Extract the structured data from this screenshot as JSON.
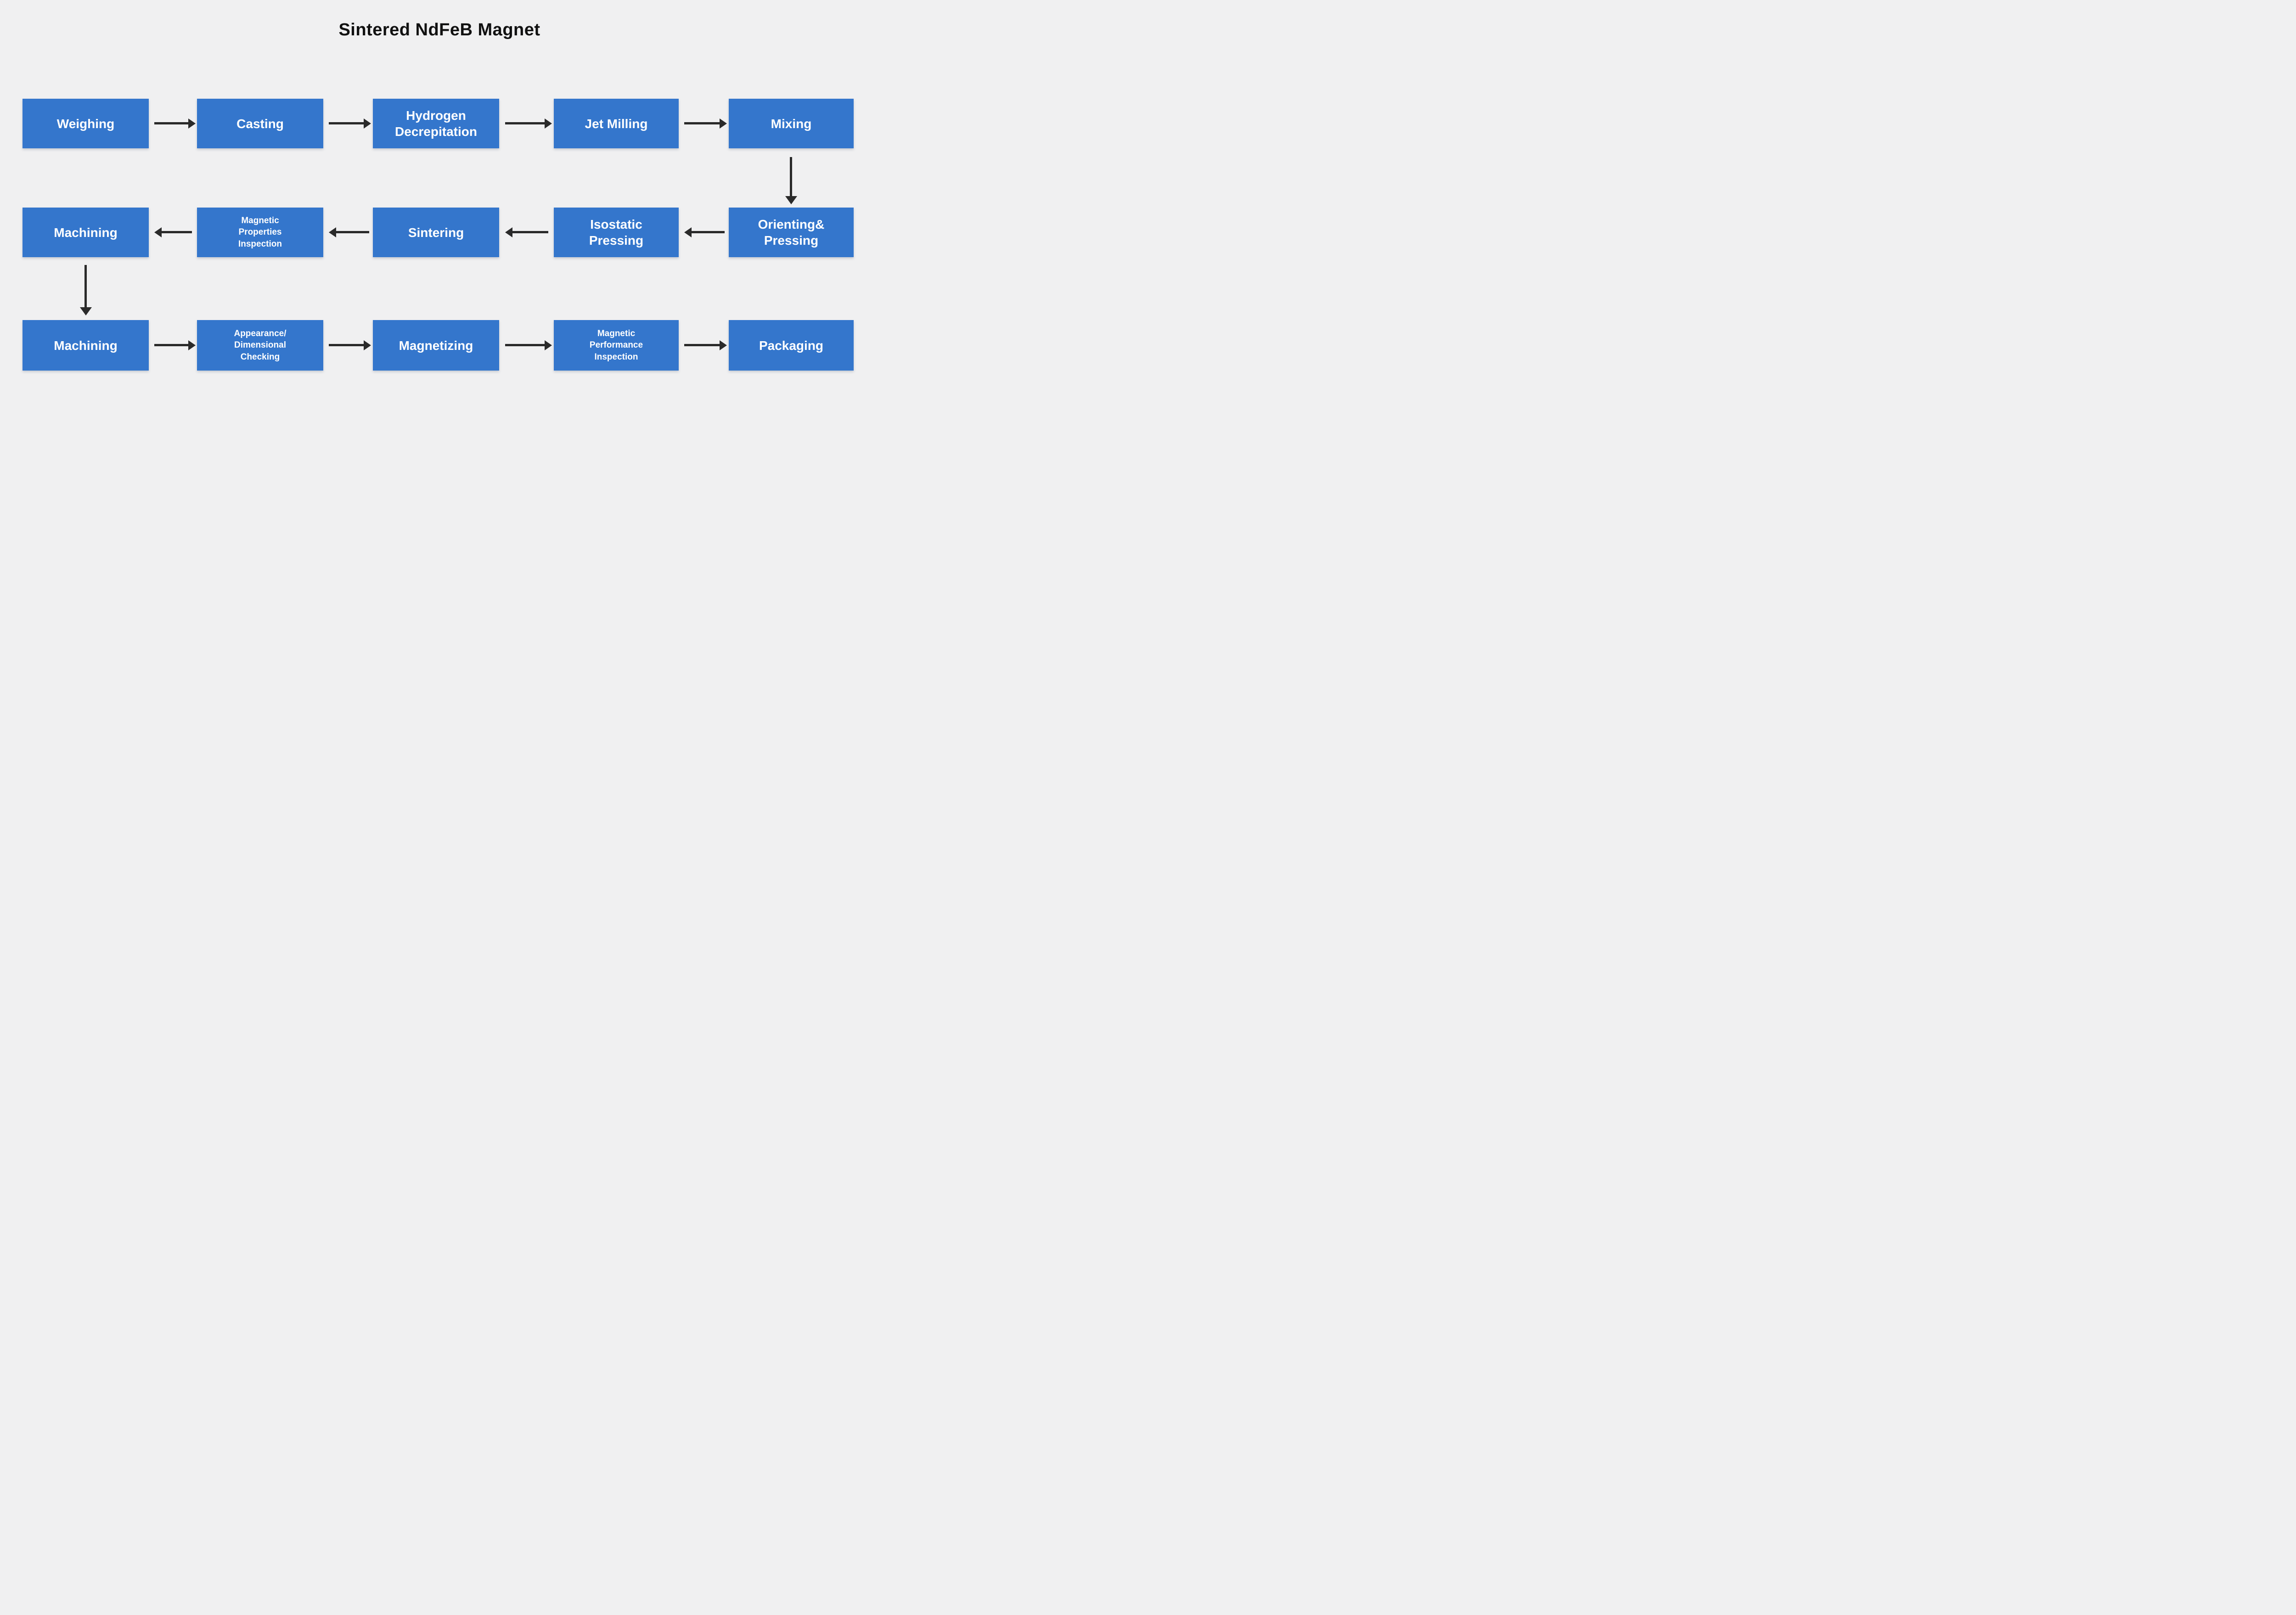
{
  "title": "Sintered NdFeB Magnet",
  "colors": {
    "box": "#3476CC",
    "background": "#F0F0F1",
    "arrow": "#2A2A2A",
    "box_text": "#FFFFFF",
    "title_text": "#111111"
  },
  "flow": {
    "rows": [
      {
        "direction": "right",
        "boxes": [
          {
            "label": "Weighing"
          },
          {
            "label": "Casting"
          },
          {
            "label": "Hydrogen\nDecrepitation"
          },
          {
            "label": "Jet Milling"
          },
          {
            "label": "Mixing"
          }
        ]
      },
      {
        "direction": "left",
        "boxes": [
          {
            "label": "Machining"
          },
          {
            "label": "Magnetic\nProperties\nInspection"
          },
          {
            "label": "Sintering"
          },
          {
            "label": "Isostatic\nPressing"
          },
          {
            "label": "Orienting&\nPressing"
          }
        ]
      },
      {
        "direction": "right",
        "boxes": [
          {
            "label": "Machining"
          },
          {
            "label": "Appearance/\nDimensional\nChecking"
          },
          {
            "label": "Magnetizing"
          },
          {
            "label": "Magnetic\nPerformance\nInspection"
          },
          {
            "label": "Packaging"
          }
        ]
      }
    ]
  }
}
